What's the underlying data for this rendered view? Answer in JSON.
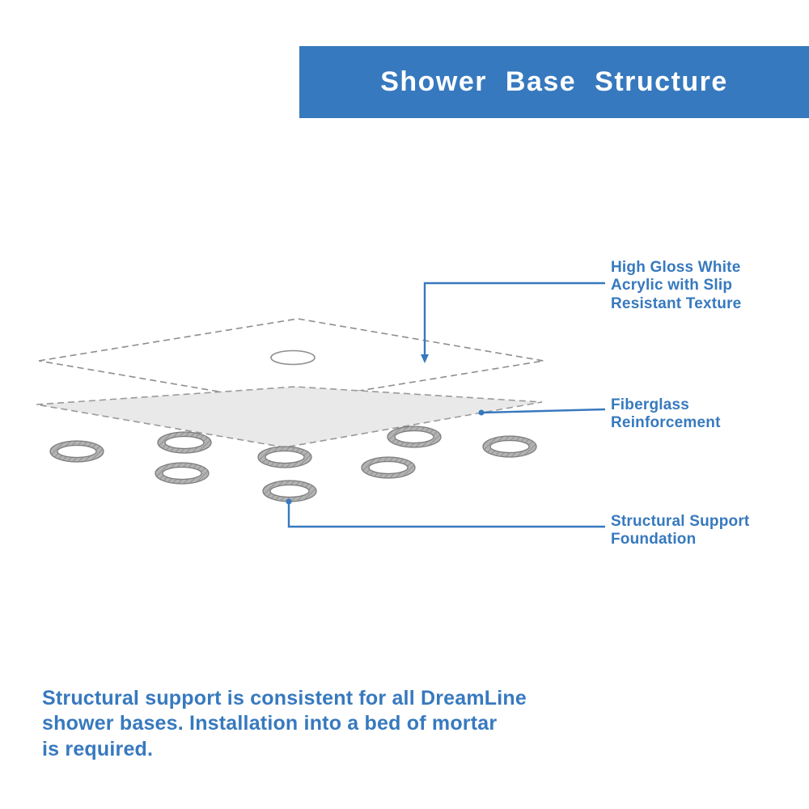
{
  "header": {
    "title": "Shower Base Structure"
  },
  "colors": {
    "accent_blue": "#3779be",
    "layer_gray": "#e9e9e9",
    "ring_gray": "#a8a8a8"
  },
  "diagram": {
    "labels": [
      {
        "id": "acrylic-layer",
        "text": "High Gloss White\nAcrylic with Slip\nResistant Texture"
      },
      {
        "id": "fiberglass-layer",
        "text": "Fiberglass\nReinforcement"
      },
      {
        "id": "support-foundation",
        "text": "Structural Support\nFoundation"
      }
    ]
  },
  "footer": {
    "text": "Structural support is consistent for all DreamLine\nshower bases. Installation into a bed of mortar\nis required."
  }
}
